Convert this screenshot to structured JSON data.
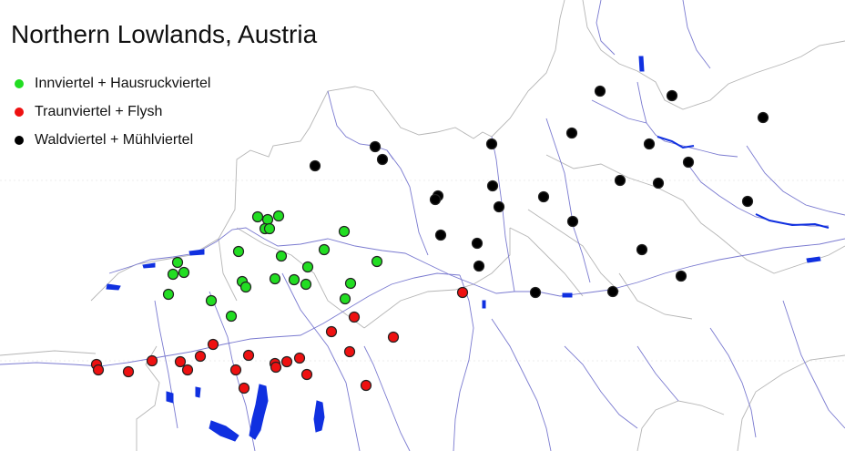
{
  "title": "Northern Lowlands, Austria",
  "colors": {
    "river": "#7a7ad0",
    "border": "#b5b5b5",
    "lake": "#1030e0",
    "point_stroke": "#222222"
  },
  "legend": [
    {
      "label": "Innviertel + Hausruckviertel",
      "color": "#22dd22"
    },
    {
      "label": "Traunviertel + Flysh",
      "color": "#ee1111"
    },
    {
      "label": "Waldviertel + Mühlviertel",
      "color": "#000000"
    }
  ]
}
